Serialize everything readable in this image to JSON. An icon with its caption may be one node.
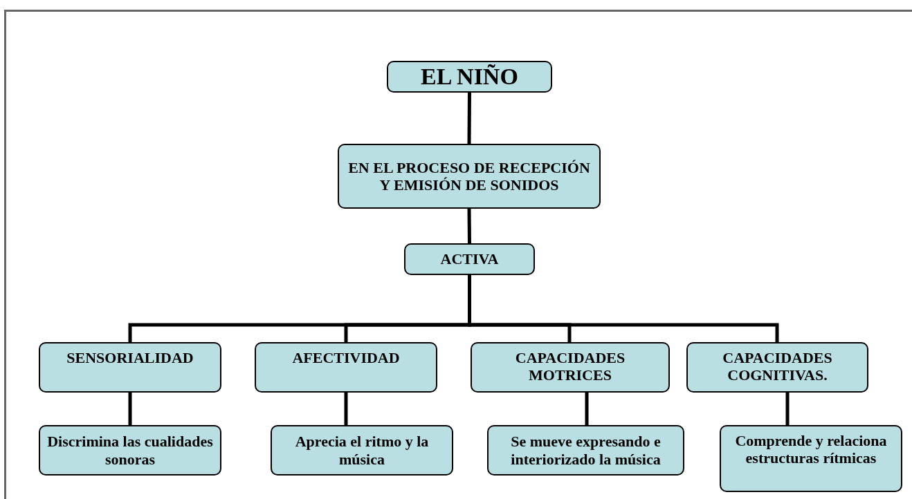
{
  "diagram": {
    "nodes": [
      {
        "text": [
          "EL NIÑO"
        ]
      },
      {
        "text": [
          "EN EL PROCESO DE RECEPCIÓN Y EMISIÓN DE SONIDOS"
        ]
      },
      {
        "text": [
          "ACTIVA"
        ]
      },
      {
        "text": [
          "SENSORIALIDAD"
        ]
      },
      {
        "text": [
          "AFECTIVIDAD"
        ]
      },
      {
        "text": [
          "CAPACIDADES MOTRICES"
        ]
      },
      {
        "text": [
          "CAPACIDADES COGNITIVAS."
        ]
      },
      {
        "text": [
          "Discrimina las cualidades sonoras"
        ]
      },
      {
        "text": [
          "Aprecia el ritmo y la música"
        ]
      },
      {
        "text": [
          "Se mueve expresando e interiorizado la música"
        ]
      },
      {
        "text": [
          "Comprende y relaciona estructuras rítmicas"
        ]
      }
    ],
    "edges": [
      {
        "from": 0,
        "to": 1,
        "arrow": "none"
      },
      {
        "from": 1,
        "to": 2,
        "arrow": "none"
      },
      {
        "from": 2,
        "to": 3,
        "arrow": "none"
      },
      {
        "from": 2,
        "to": 4,
        "arrow": "none"
      },
      {
        "from": 2,
        "to": 5,
        "arrow": "none"
      },
      {
        "from": 2,
        "to": 6,
        "arrow": "none"
      },
      {
        "from": 3,
        "to": 7,
        "arrow": "none"
      },
      {
        "from": 4,
        "to": 8,
        "arrow": "none"
      },
      {
        "from": 5,
        "to": 9,
        "arrow": "none"
      },
      {
        "from": 6,
        "to": 10,
        "arrow": "none"
      }
    ]
  }
}
